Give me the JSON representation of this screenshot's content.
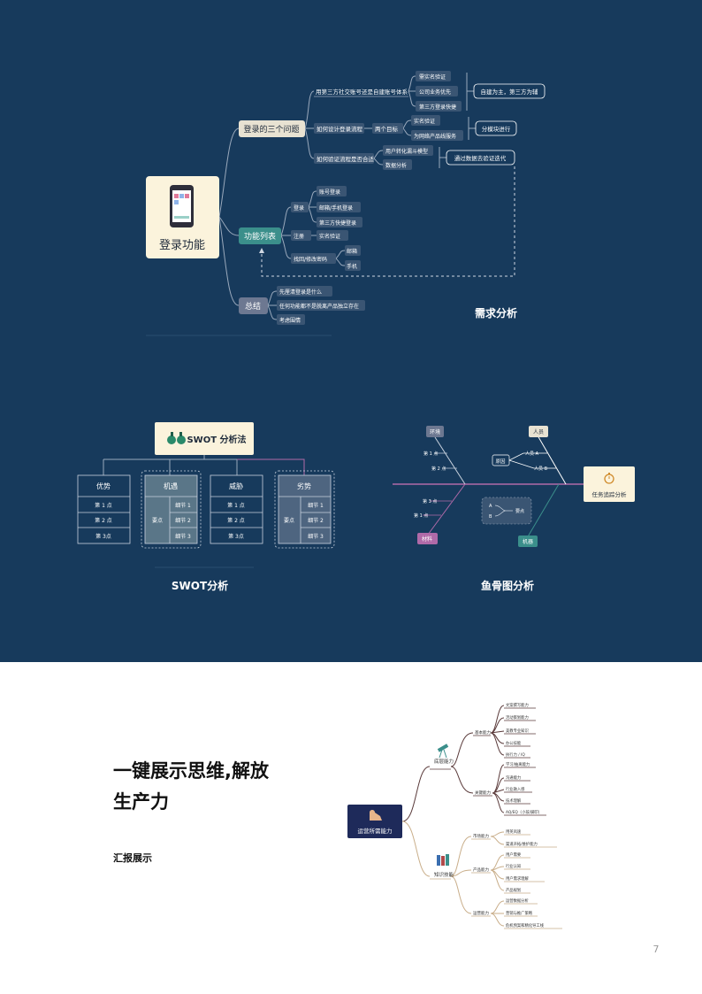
{
  "colors": {
    "navy": "#173a5c",
    "cream": "#fbf3dc",
    "teal": "#3b8f8b",
    "slate": "#6d7891",
    "purple": "#b06aa8",
    "lavender": "#8c7bb0",
    "pill": "#3a5573",
    "line": "#9aa9bc"
  },
  "mindmap1": {
    "root": "登录功能",
    "b1": {
      "label": "登录的三个问题",
      "q1": "用第三方社交账号还是自建账号体系",
      "q1_items": [
        "需实名验证",
        "公司业务优先",
        "第三方登录快捷"
      ],
      "q1_note": "自建为主，第三方为辅",
      "q2": "如何设计登录流程",
      "q2_mid": "两个目标",
      "q2_items": [
        "实名验证",
        "为网络产品线服务"
      ],
      "q2_note": "分模块进行",
      "q3": "如何验证流程是否合适",
      "q3_items": [
        "用户转化漏斗模型",
        "数据分析"
      ],
      "q3_note": "通过数据去验证迭代"
    },
    "b2": {
      "label": "功能列表",
      "login": "登录",
      "login_items": [
        "账号登录",
        "邮箱/手机登录",
        "第三方快捷登录"
      ],
      "register": "注册",
      "register_item": "实名验证",
      "recover": "找回/修改密码",
      "recover_items": [
        "邮箱",
        "手机"
      ]
    },
    "b3": {
      "label": "总结",
      "items": [
        "先厘清登录是什么",
        "任何功能都不是脱离产品独立存在",
        "考虑围情"
      ]
    },
    "caption": "需求分析"
  },
  "swot": {
    "title": "SWOT 分析法",
    "cols": [
      "优势",
      "机遇",
      "威胁",
      "劣势"
    ],
    "points": [
      "第 1 点",
      "第 2 点",
      "第 3点"
    ],
    "key": "要点",
    "details": [
      "细节 1",
      "细节 2",
      "细节 3"
    ],
    "caption": "SWOT分析"
  },
  "fishbone": {
    "head": "任务追踪分析",
    "bones": [
      "环境",
      "人员",
      "材料",
      "机器"
    ],
    "items_left": [
      "第 1 点",
      "第 2 点",
      "第 3 点",
      "第 1 点"
    ],
    "people": [
      "人员 A",
      "人员 B"
    ],
    "cause": "原因",
    "ab": [
      "A",
      "B"
    ],
    "key": "要点",
    "caption": "鱼骨图分析"
  },
  "lower": {
    "headline1": "一键展示思维,解放",
    "headline2": "生产力",
    "subhead": "汇报展示",
    "page_number": "7"
  },
  "mindmap2": {
    "root": "运营所需能力",
    "a": {
      "label": "底层能力",
      "basic": "基本能力",
      "basic_items": [
        "文案撰写能力",
        "活动策划能力",
        "美教专业知识",
        "办公技能",
        "执行力 / IQ"
      ],
      "core": "关键能力",
      "core_items": [
        "学习/抽离能力",
        "沟通能力",
        "行业融入感",
        "技术理解",
        "AQ/EQ（小孩/脚印）"
      ]
    },
    "b": {
      "label": "知识技能",
      "market": "市场能力",
      "market_items": [
        "用英风速",
        "渠道开拓/维护能力"
      ],
      "product": "产品能力",
      "product_items": [
        "用户需要",
        "行业认知",
        "用户需求理解",
        "产品规划"
      ],
      "ops": "运营能力",
      "ops_items": [
        "运营数据分析",
        "营销与推广策略",
        "危机预案和精化导工线"
      ]
    }
  }
}
